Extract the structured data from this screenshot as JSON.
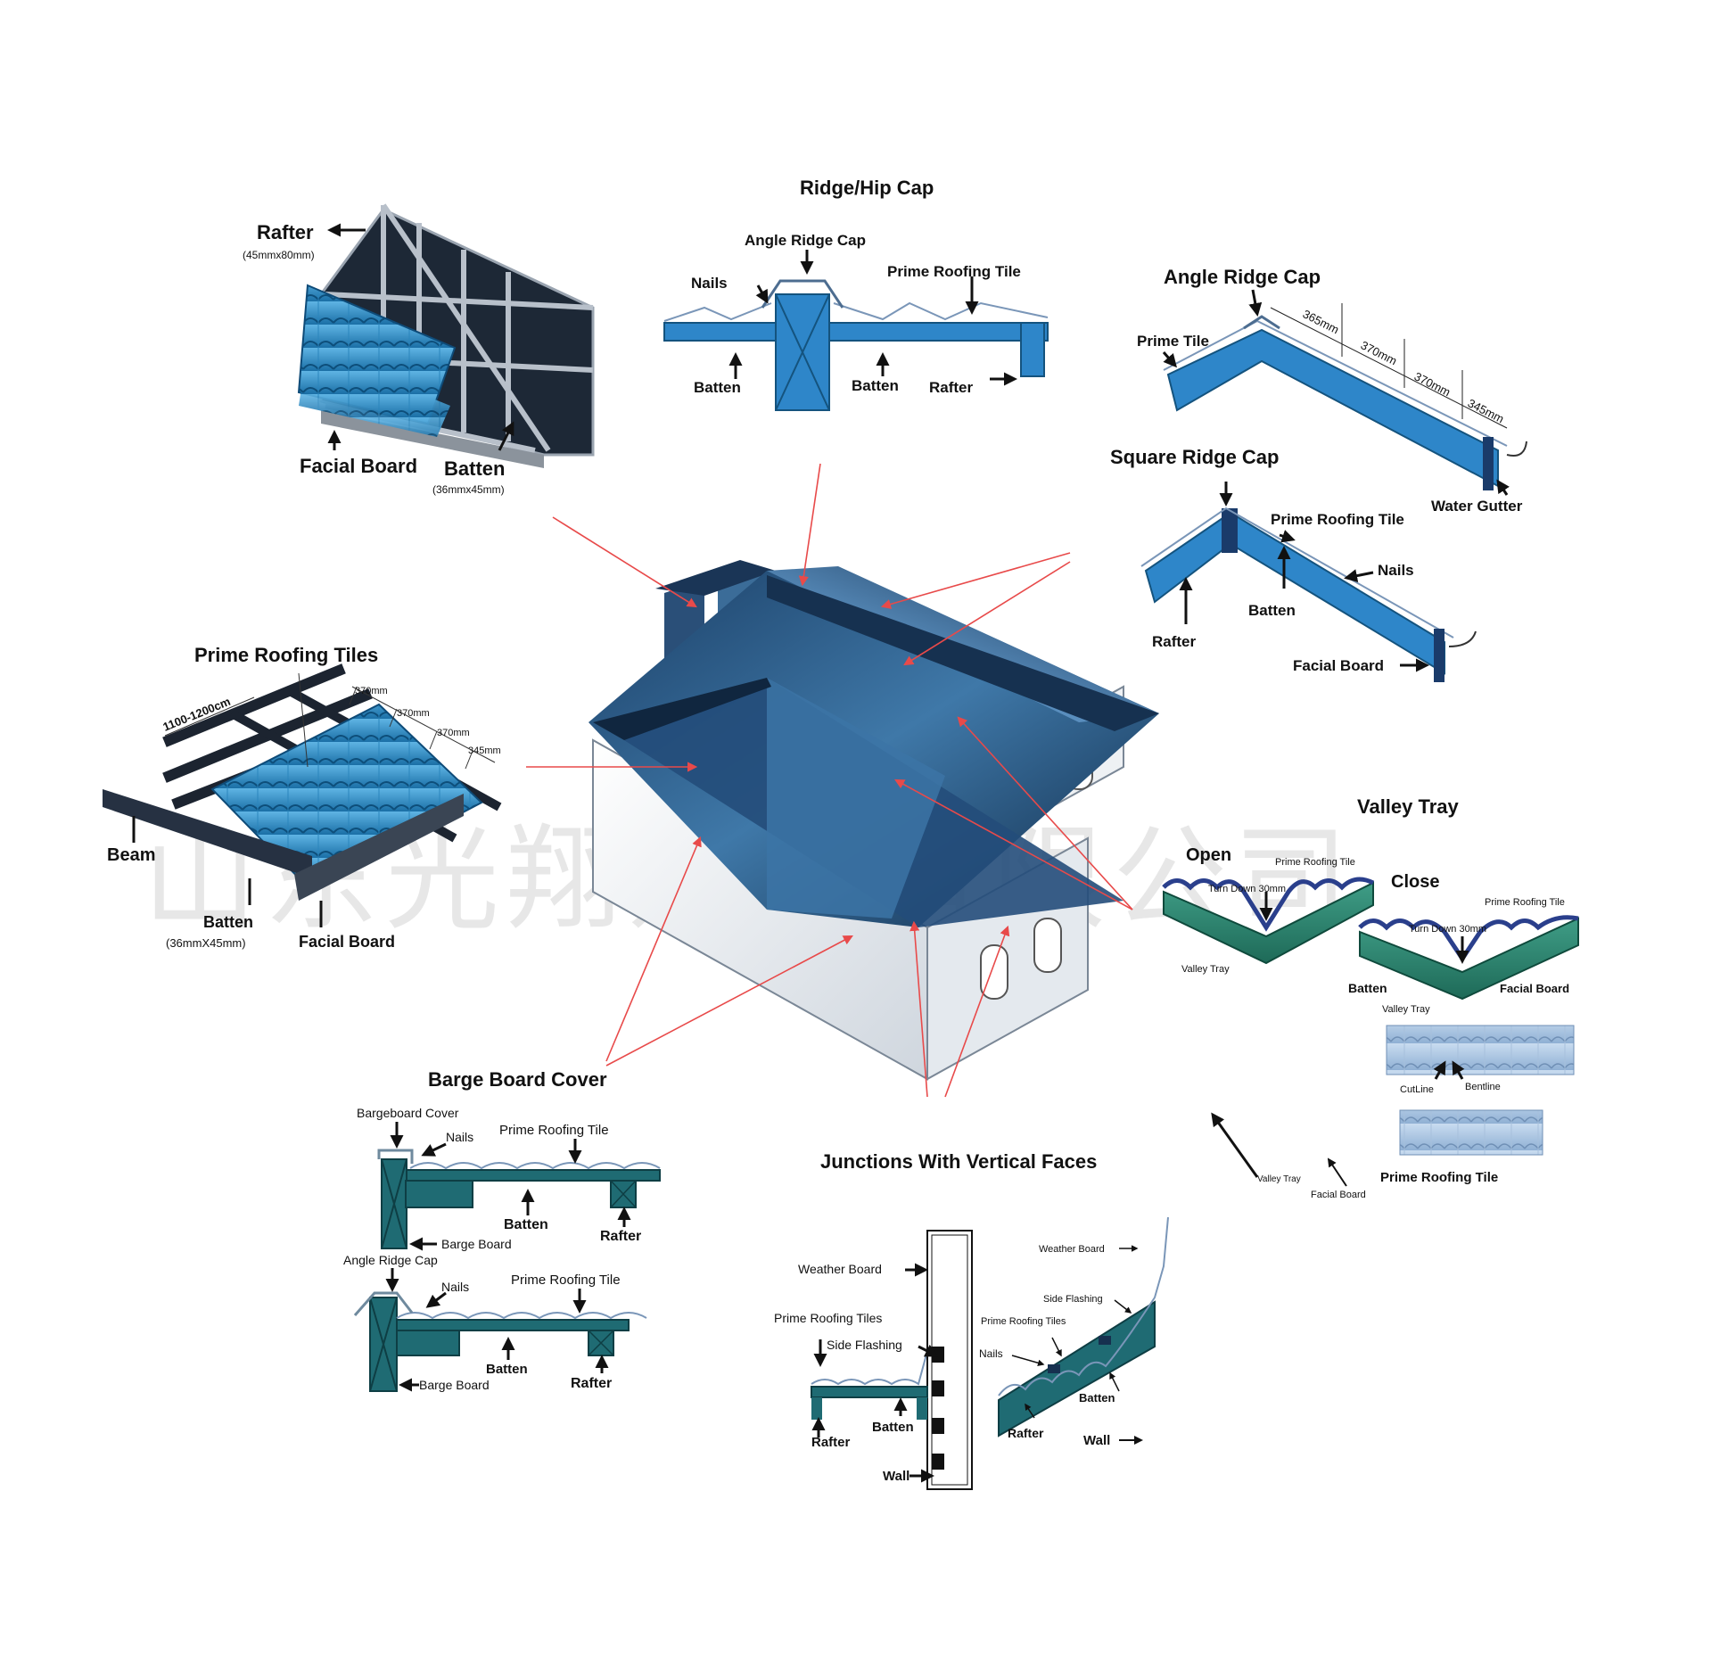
{
  "watermark": "山东光翔建材有限公司",
  "panels": {
    "truss": {
      "labels": {
        "rafter": "Rafter",
        "rafter_size": "(45mmx80mm)",
        "facial_board": "Facial Board",
        "batten": "Batten",
        "batten_size": "(36mmx45mm)"
      }
    },
    "ridge_hip": {
      "title": "Ridge/Hip Cap",
      "labels": {
        "angle_ridge_cap": "Angle Ridge Cap",
        "nails": "Nails",
        "prime_roofing_tile": "Prime Roofing Tile",
        "batten_left": "Batten",
        "batten_right": "Batten",
        "rafter": "Rafter"
      }
    },
    "angle_ridge": {
      "title": "Angle Ridge Cap",
      "labels": {
        "prime_tile": "Prime Tile",
        "d1": "365mm",
        "d2": "370mm",
        "d3": "370mm",
        "d4": "345mm",
        "water_gutter": "Water Gutter"
      }
    },
    "square_ridge": {
      "title": "Square Ridge Cap",
      "labels": {
        "prime_roofing_tile": "Prime Roofing Tile",
        "nails": "Nails",
        "batten": "Batten",
        "rafter": "Rafter",
        "facial_board": "Facial Board"
      }
    },
    "prime_tiles": {
      "title": "Prime Roofing Tiles",
      "labels": {
        "span": "1100-1200cm",
        "d1": "370mm",
        "d2": "370mm",
        "d3": "370mm",
        "d4": "345mm",
        "beam": "Beam",
        "batten": "Batten",
        "batten_size": "(36mmX45mm)",
        "facial_board": "Facial Board"
      }
    },
    "valley": {
      "title": "Valley Tray",
      "labels": {
        "open": "Open",
        "close": "Close",
        "prime_roofing_tile_1": "Prime Roofing Tile",
        "prime_roofing_tile_2": "Prime Roofing Tile",
        "turn_down_1": "Turn Down 30mm",
        "turn_down_2": "Turn Down 30mm",
        "valley_tray_1": "Valley Tray",
        "valley_tray_2": "Valley Tray",
        "batten": "Batten",
        "facial_board": "Facial Board",
        "cutline": "CutLine",
        "bentline": "Bentline",
        "valley_tray_3": "Valley Tray",
        "facial_board_2": "Facial Board",
        "prime_roofing_tile_3": "Prime Roofing Tile"
      }
    },
    "barge": {
      "title": "Barge Board Cover",
      "labels": {
        "bargeboard_cover": "Bargeboard Cover",
        "nails_1": "Nails",
        "prime_roofing_tile_1": "Prime Roofing Tile",
        "batten_1": "Batten",
        "rafter_1": "Rafter",
        "barge_board_1": "Barge Board",
        "angle_ridge_cap": "Angle Ridge Cap",
        "nails_2": "Nails",
        "prime_roofing_tile_2": "Prime Roofing Tile",
        "batten_2": "Batten",
        "barge_board_2": "Barge Board",
        "rafter_2": "Rafter"
      }
    },
    "junctions": {
      "title": "Junctions With Vertical Faces",
      "labels": {
        "weather_board_1": "Weather Board",
        "prime_roofing_tiles_1": "Prime Roofing Tiles",
        "side_flashing_1": "Side Flashing",
        "batten_1": "Batten",
        "rafter_1": "Rafter",
        "wall_1": "Wall",
        "weather_board_2": "Weather Board",
        "side_flashing_2": "Side Flashing",
        "prime_roofing_tiles_2": "Prime Roofing Tiles",
        "nails": "Nails",
        "batten_2": "Batten",
        "rafter_2": "Rafter",
        "wall_2": "Wall"
      }
    }
  }
}
